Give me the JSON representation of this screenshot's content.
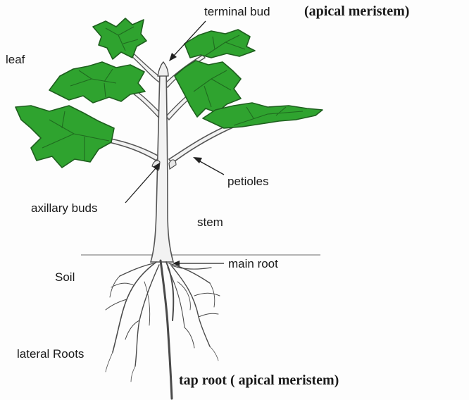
{
  "labels": {
    "terminal_bud": "terminal bud",
    "apical_meristem_top": "(apical meristem)",
    "leaf": "leaf",
    "petioles": "petioles",
    "axillary_buds": "axillary buds",
    "stem": "stem",
    "main_root": "main root",
    "soil": "Soil",
    "lateral_roots": "lateral Roots",
    "tap_root": "tap root ( apical meristem)"
  },
  "colors": {
    "leaf_fill": "#2fa32f",
    "leaf_outline": "#1e5f1e",
    "stem_outline": "#555555",
    "text": "#1a1a1a"
  }
}
